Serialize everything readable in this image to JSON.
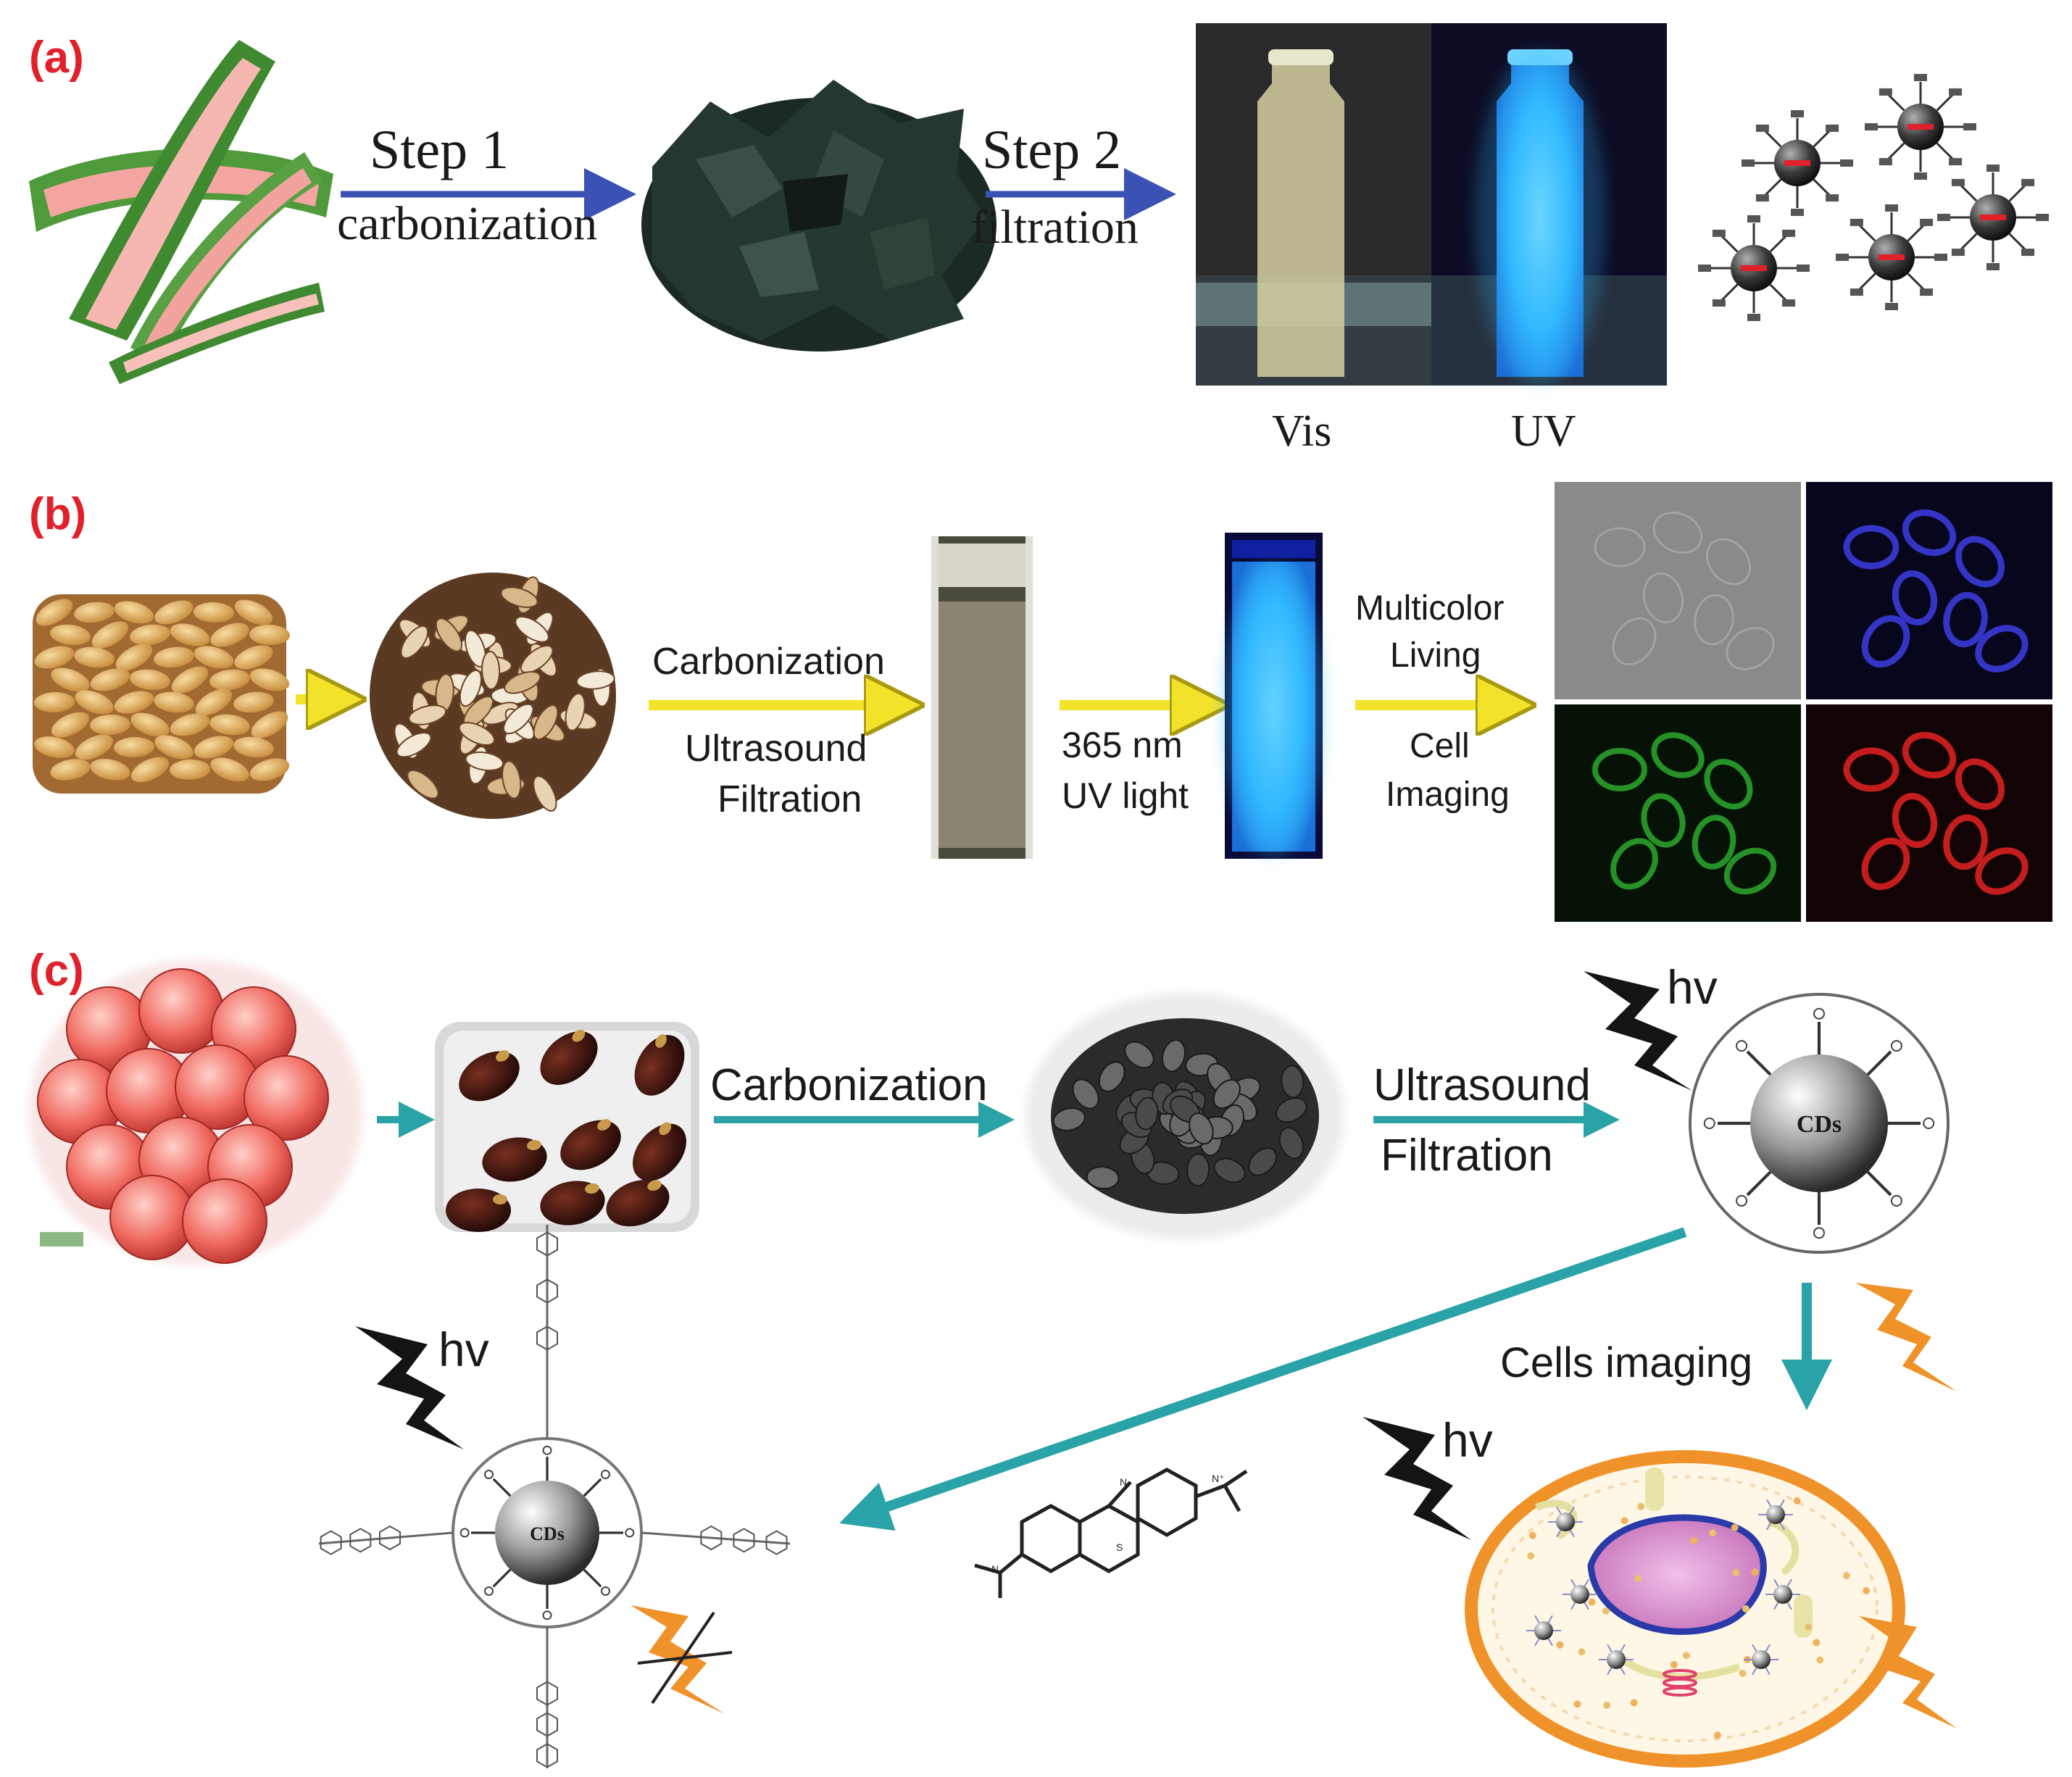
{
  "panels": {
    "a": {
      "label": "(a)",
      "step1": "Step 1",
      "step1_desc": "carbonization",
      "step2": "Step 2",
      "step2_desc": "filtration",
      "vis": "Vis",
      "uv": "UV"
    },
    "b": {
      "label": "(b)",
      "arrow1_top": "Carbonization",
      "arrow1_bottom_1": "Ultrasound",
      "arrow1_bottom_2": "Filtration",
      "arrow2_top": "365 nm",
      "arrow2_bottom": "UV light",
      "arrow3_top_1": "Multicolor",
      "arrow3_top_2": "Living",
      "arrow3_bottom_1": "Cell",
      "arrow3_bottom_2": "Imaging"
    },
    "c": {
      "label": "(c)",
      "arrow1": "Carbonization",
      "arrow2_top": "Ultrasound",
      "arrow2_bottom": "Filtration",
      "hv": "hv",
      "cds": "CDs",
      "cells_imaging": "Cells imaging"
    }
  },
  "colors": {
    "label_red": "#e0202a",
    "arrow_blue": "#3a52b4",
    "arrow_yellow": "#f2e22a",
    "arrow_teal": "#2aa3a8",
    "bolt_orange": "#f0922a",
    "uv_blue": "#31b9ff"
  }
}
